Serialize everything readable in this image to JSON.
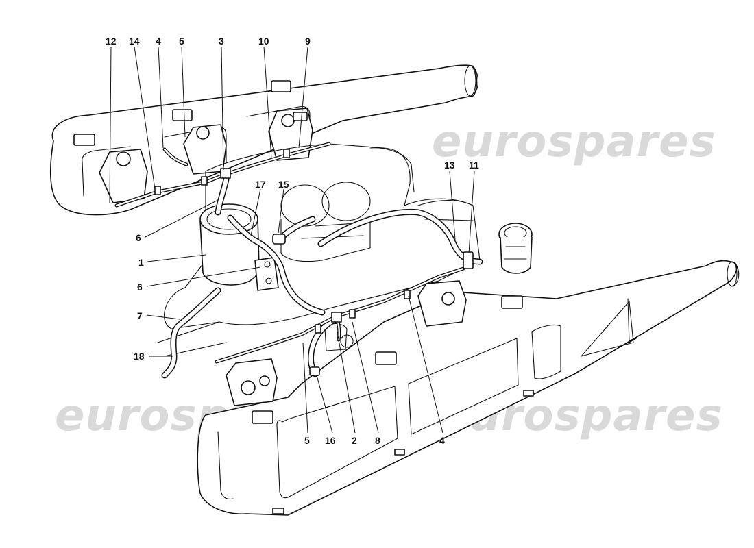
{
  "watermark": {
    "text_top": "eurospares",
    "text_bottom_left": "eurospares",
    "text_bottom_right": "eurospares",
    "color": "#d9d9d9"
  },
  "diagram": {
    "callouts": {
      "c12": "12",
      "c14": "14",
      "c4_top": "4",
      "c5_top": "5",
      "c3": "3",
      "c10": "10",
      "c9": "9",
      "c13": "13",
      "c11": "11",
      "c17": "17",
      "c15": "15",
      "c6_a": "6",
      "c1": "1",
      "c6_b": "6",
      "c7": "7",
      "c18": "18",
      "c5_bottom": "5",
      "c16": "16",
      "c2": "2",
      "c8": "8",
      "c4_bottom": "4"
    }
  }
}
